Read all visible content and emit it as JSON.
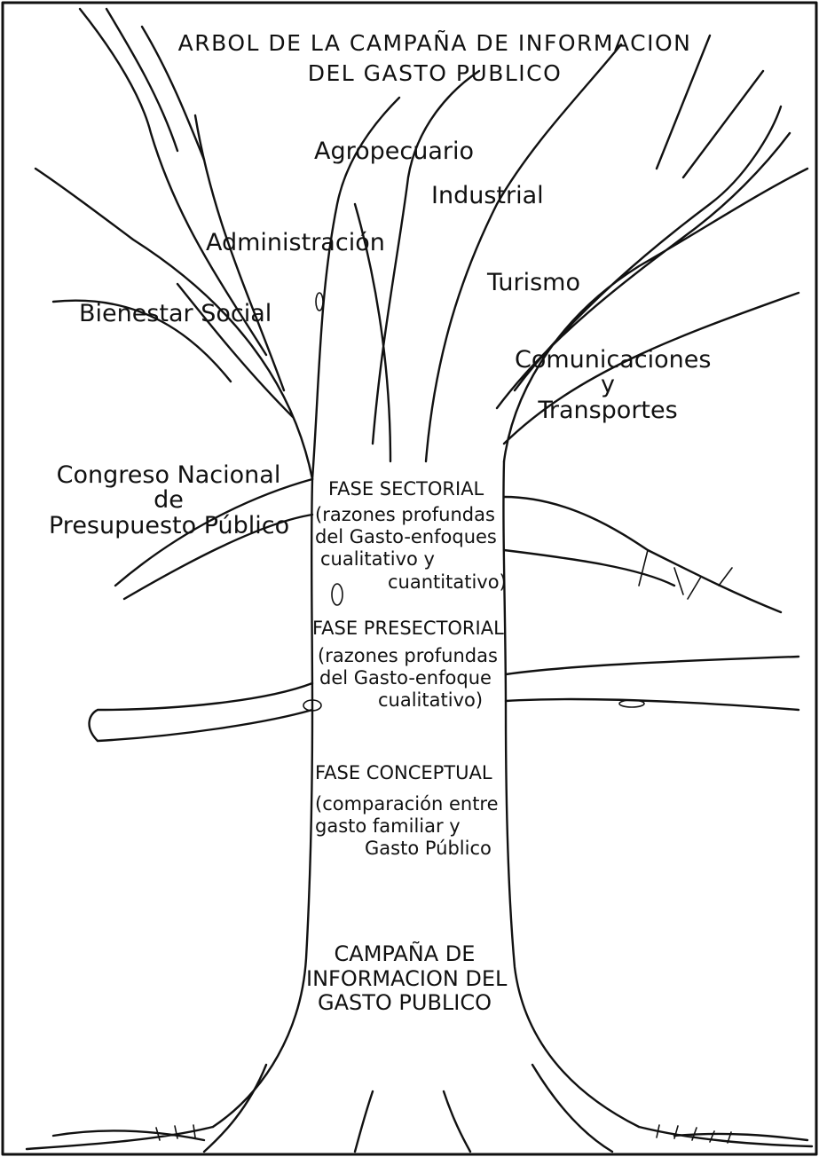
{
  "title": {
    "line1": "ARBOL DE LA CAMPAÑA DE INFORMACION",
    "line2": "DEL GASTO PUBLICO"
  },
  "branches": {
    "agropecuario": "Agropecuario",
    "industrial": "Industrial",
    "administracion": "Administración",
    "turismo": "Turismo",
    "bienestar_social": "Bienestar Social",
    "comunicaciones": {
      "line1": "Comunicaciones",
      "line2": "y",
      "line3": "Transportes"
    },
    "congreso": {
      "line1": "Congreso Nacional",
      "line2": "de",
      "line3": "Presupuesto Público"
    }
  },
  "phases": {
    "sectorial": {
      "title": "FASE SECTORIAL",
      "line1": "(razones profundas",
      "line2": "del Gasto-enfoques",
      "line3": "cualitativo y",
      "line4": "cuantitativo)"
    },
    "presectorial": {
      "title": "FASE PRESECTORIAL",
      "line1": "(razones profundas",
      "line2": "del Gasto-enfoque",
      "line3": "cualitativo)"
    },
    "conceptual": {
      "title": "FASE CONCEPTUAL",
      "line1": "(comparación entre",
      "line2": "gasto familiar y",
      "line3": "Gasto Público"
    }
  },
  "root": {
    "line1": "CAMPAÑA DE",
    "line2": "INFORMACION DEL",
    "line3": "GASTO PUBLICO"
  },
  "colors": {
    "ink": "#111111",
    "paper": "#ffffff"
  }
}
